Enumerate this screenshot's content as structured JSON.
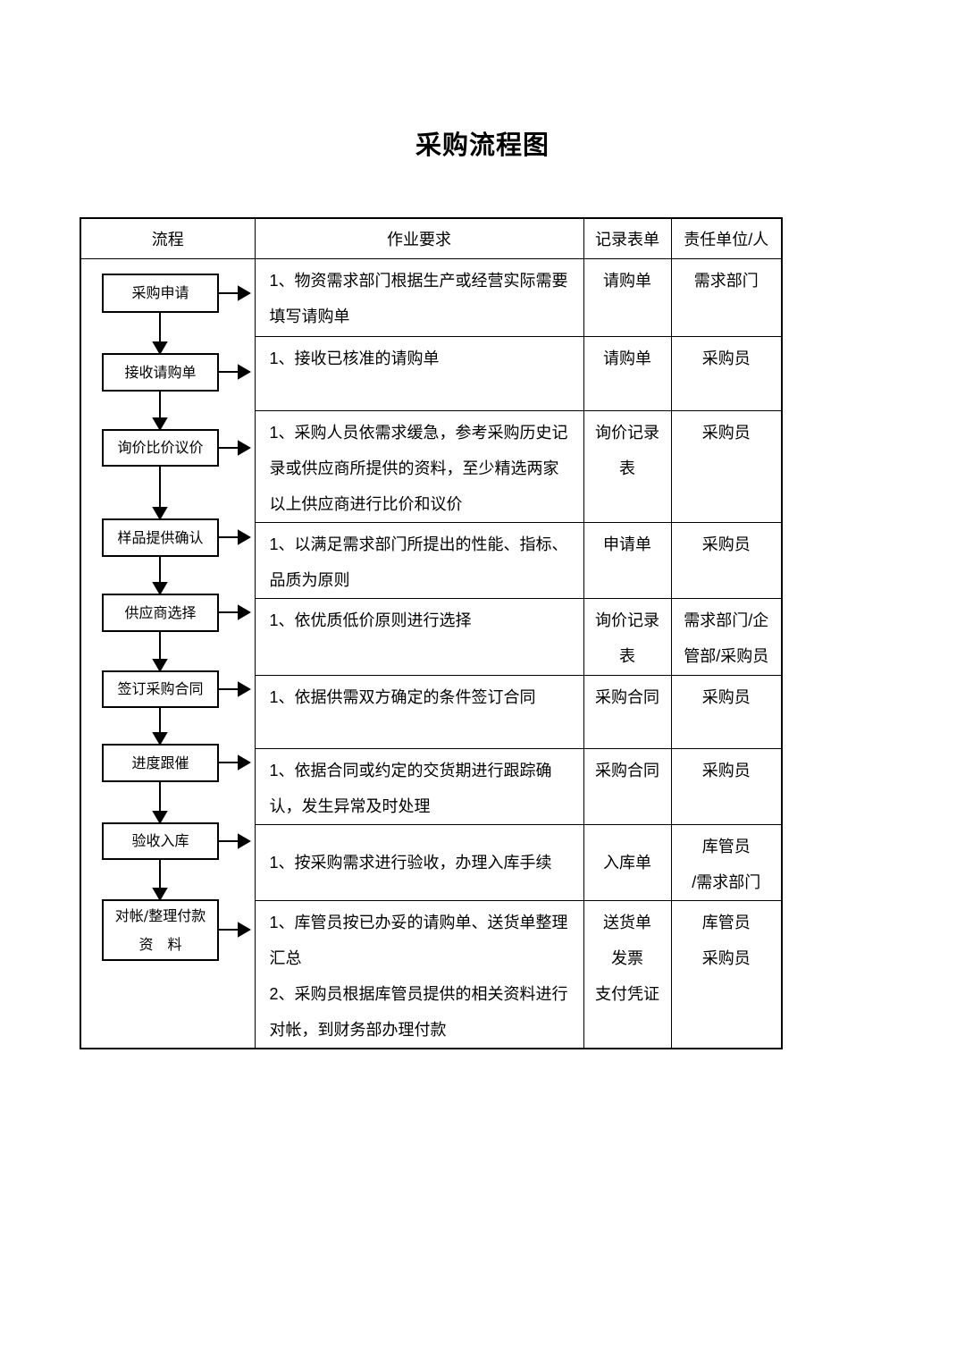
{
  "page_title": "采购流程图",
  "colors": {
    "ink": "#000000",
    "background": "#ffffff"
  },
  "table": {
    "headers": {
      "process": "流程",
      "requirement": "作业要求",
      "form": "记录表单",
      "responsible": "责任单位/人"
    },
    "rows": [
      {
        "requirement": "1、物资需求部门根据生产或经营实际需要\n填写请购单",
        "form": "请购单",
        "responsible": "需求部门"
      },
      {
        "requirement": "1、接收已核准的请购单",
        "form": "请购单",
        "responsible": "采购员"
      },
      {
        "requirement": "1、采购人员依需求缓急，参考采购历史记\n录或供应商所提供的资料，至少精选两家\n以上供应商进行比价和议价",
        "form": "询价记录\n表",
        "responsible": "采购员"
      },
      {
        "requirement": "1、以满足需求部门所提出的性能、指标、\n品质为原则",
        "form": "申请单",
        "responsible": "采购员"
      },
      {
        "requirement": "1、依优质低价原则进行选择",
        "form": "询价记录\n表",
        "responsible": "需求部门/企\n管部/采购员"
      },
      {
        "requirement": "1、依据供需双方确定的条件签订合同",
        "form": "采购合同",
        "responsible": "采购员"
      },
      {
        "requirement": "1、依据合同或约定的交货期进行跟踪确\n认，发生异常及时处理",
        "form": "采购合同",
        "responsible": "采购员"
      },
      {
        "requirement": "1、按采购需求进行验收，办理入库手续",
        "form": "入库单",
        "responsible": "库管员\n/需求部门"
      },
      {
        "requirement": "1、库管员按已办妥的请购单、送货单整理\n汇总\n2、采购员根据库管员提供的相关资料进行\n对帐，到财务部办理付款",
        "form": "送货单\n发票\n支付凭证",
        "responsible": "库管员\n采购员"
      }
    ]
  },
  "flowchart": {
    "steps": [
      "采购申请",
      "接收请购单",
      "询价比价议价",
      "样品提供确认",
      "供应商选择",
      "签订采购合同",
      "进度跟催",
      "验收入库",
      "对帐/整理付款\n资　料"
    ]
  }
}
